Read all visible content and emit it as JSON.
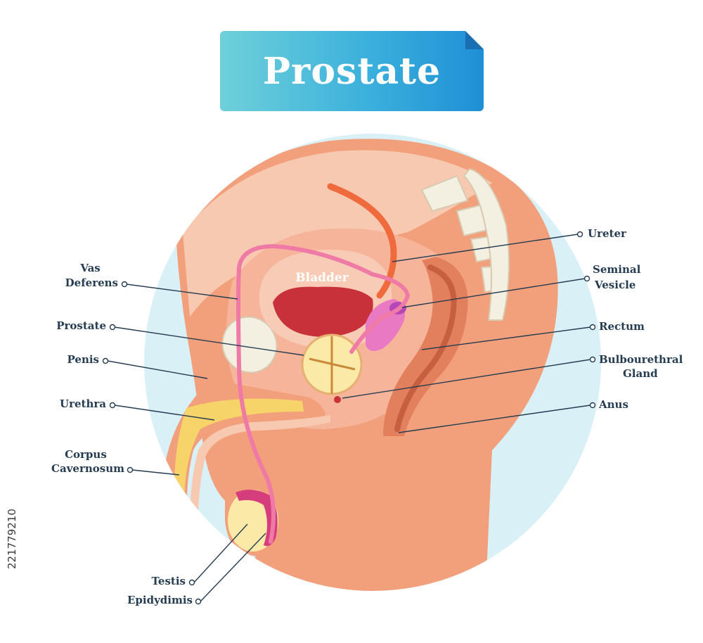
{
  "title": "Prostate",
  "inner_label": "Bladder",
  "labels_left": {
    "vas_deferens": [
      "Vas",
      "Deferens"
    ],
    "prostate": "Prostate",
    "penis": "Penis",
    "urethra": "Urethra",
    "corpus_cavernosum": [
      "Corpus",
      "Cavernosum"
    ],
    "testis": "Testis",
    "epididymis": "Epidydimis"
  },
  "labels_right": {
    "ureter": "Ureter",
    "seminal_vesicle": [
      "Seminal",
      "Vesicle"
    ],
    "rectum": "Rectum",
    "bulbourethral_gland": [
      "Bulbourethral",
      "Gland"
    ],
    "anus": "Anus"
  },
  "watermark_id": "221779210",
  "colors": {
    "circle_bg": "#d9f0f7",
    "skin": "#f2a07c",
    "skin_light": "#f8c9b1",
    "tissue": "#f6b59a",
    "bladder_inner": "#c8303a",
    "prostate": "#fbe9a8",
    "bone": "#f3efe1",
    "vas_deferens": "#f07aa6",
    "line": "#253c52"
  }
}
